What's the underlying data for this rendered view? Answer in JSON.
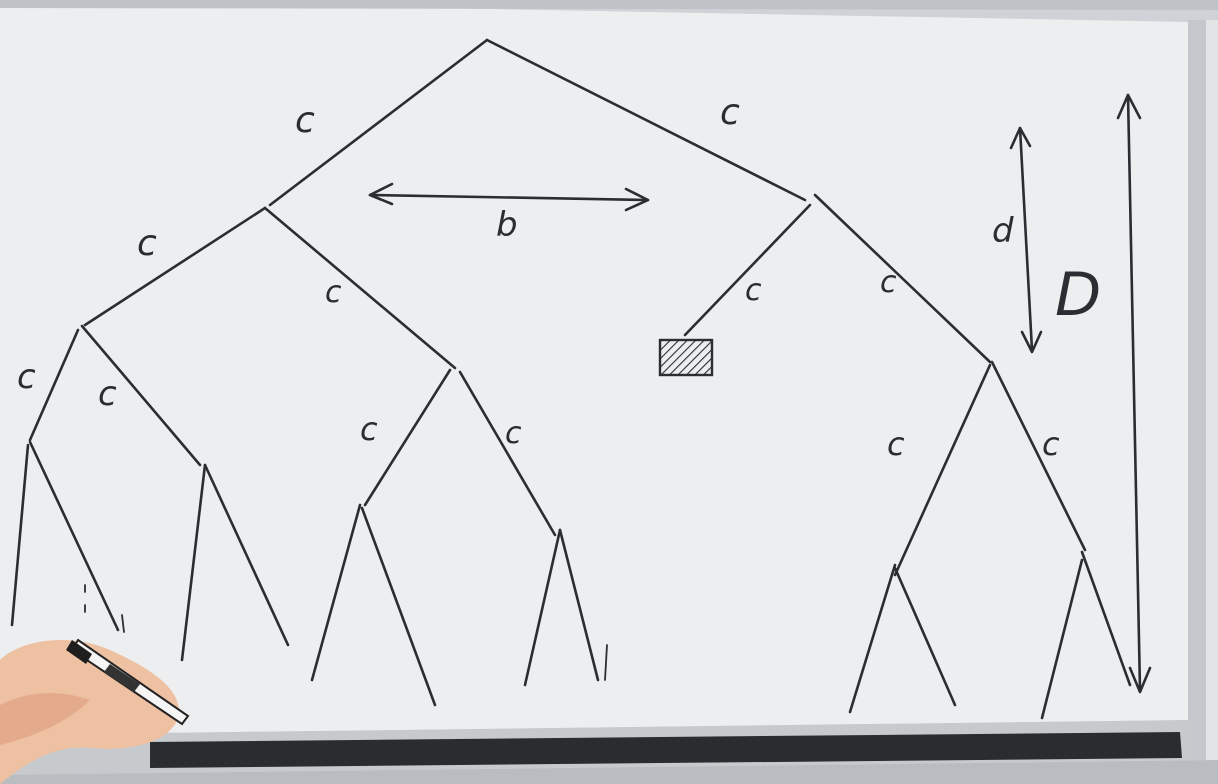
{
  "diagram": {
    "edge_label": "c",
    "branching_label": "b",
    "solution_depth_label": "d",
    "max_depth_label": "D"
  },
  "colors": {
    "board": "#eceeef",
    "ink": "#2b2d33",
    "frame": "#c9ccd0",
    "tray": "#2a2c2f",
    "skin": "#efc1a3"
  },
  "icons": {
    "goal_node": "hatched-square-icon",
    "marker": "marker-icon",
    "hand": "hand-icon"
  }
}
